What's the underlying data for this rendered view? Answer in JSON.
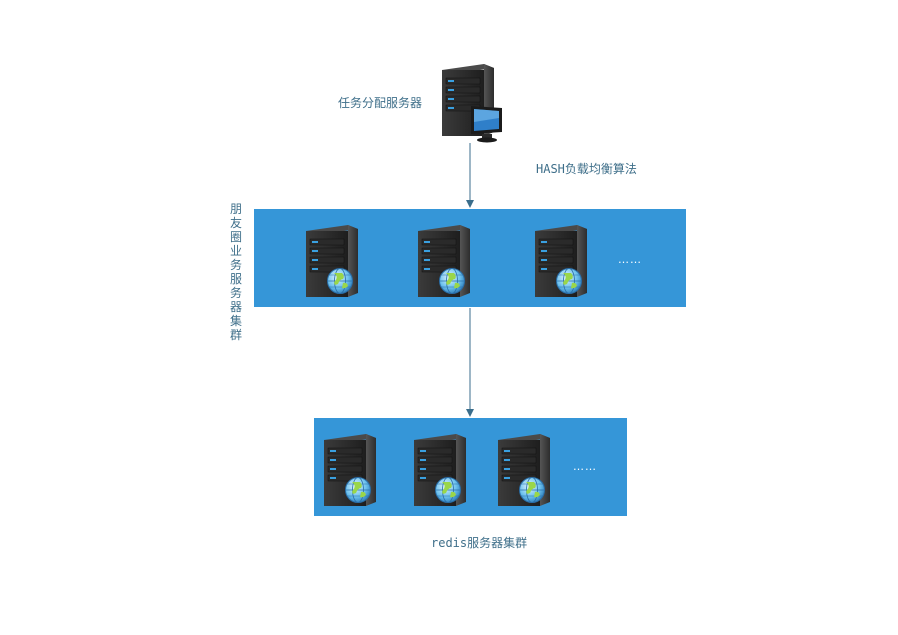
{
  "dispatch_server": {
    "label": "任务分配服务器"
  },
  "algorithm": {
    "label": "HASH负载均衡算法"
  },
  "moments_cluster": {
    "label": "朋友圈业务服务器集群",
    "ellipsis": "……"
  },
  "redis_cluster": {
    "label": "redis服务器集群",
    "ellipsis": "……"
  },
  "colors": {
    "cluster_fill": "#3596d8",
    "text": "#3f6f8a",
    "arrow": "#3b6e8c"
  }
}
